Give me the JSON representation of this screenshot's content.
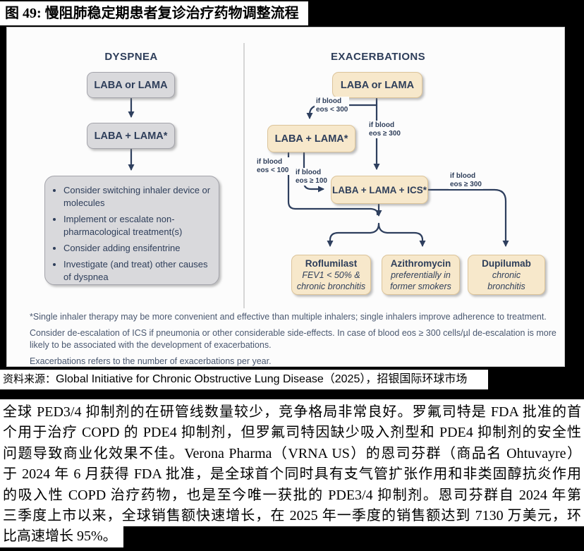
{
  "title": "图 49: 慢阻肺稳定期患者复诊治疗药物调整流程",
  "colors": {
    "accent_navy": "#2e3e5a",
    "arrow": "#2e3f5e",
    "gray_box": "#d9d9dc",
    "tan_box": "#f7e8cb",
    "page_background": "#000000"
  },
  "figure": {
    "dyspnea": {
      "header": "DYSPNEA",
      "box1": "LABA or LAMA",
      "box2": "LABA + LAMA*",
      "bullets": [
        "Consider switching inhaler device or molecules",
        "Implement or escalate non-pharmacological treatment(s)",
        "Consider adding ensifentrine",
        "Investigate (and treat) other causes of dyspnea"
      ]
    },
    "exacerbations": {
      "header": "EXACERBATIONS",
      "box_top": "LABA or LAMA",
      "box_mid": "LABA + LAMA*",
      "box_ics": "LABA + LAMA + ICS*"
    },
    "labels": {
      "eos_lt_300": {
        "l1": "if blood",
        "l2": "eos < 300"
      },
      "eos_ge_300_top": {
        "l1": "if blood",
        "l2": "eos ≥ 300"
      },
      "eos_lt_100": {
        "l1": "if blood",
        "l2": "eos < 100"
      },
      "eos_ge_100": {
        "l1": "if blood",
        "l2": "eos ≥ 100"
      },
      "eos_ge_300_right": {
        "l1": "if blood",
        "l2": "eos ≥ 300"
      }
    },
    "outcomes": [
      {
        "name": "Roflumilast",
        "detail1": "FEV1 < 50% &",
        "detail2": "chronic bronchitis"
      },
      {
        "name": "Azithromycin",
        "detail1": "preferentially in",
        "detail2": "former smokers"
      },
      {
        "name": "Dupilumab",
        "detail1": "chronic",
        "detail2": "bronchitis"
      }
    ],
    "footnote_lines": [
      "*Single inhaler therapy may be more convenient and effective than multiple inhalers; single inhalers improve adherence to treatment.",
      "Consider de-escalation of ICS if pneumonia or other considerable side-effects. In case of blood eos ≥ 300 cells/µl de-escalation is more",
      "likely to be associated with the development of exacerbations.",
      "Exacerbations refers to the number of exacerbations per year."
    ]
  },
  "source": {
    "prefix": "资料来源：",
    "text": "Global Initiative for Chronic Obstructive Lung Disease（2025），招银国际环球市场"
  },
  "paragraph_lines": [
    "全球 PED3/4 抑制剂的在研管线数量较少，竞争格局非常良好。罗氟司特是 FDA 批准的首",
    "个用于治疗 COPD 的 PDE4 抑制剂，但罗氟司特因缺少吸入剂型和 PDE4 抑制剂的安全性",
    "问题导致商业化效果不佳。Verona Pharma（VRNA US）的恩司芬群（商品名 Ohtuvayre）",
    "于 2024 年 6 月获得 FDA 批准，是全球首个同时具有支气管扩张作用和非类固醇抗炎作用",
    "的吸入性 COPD 治疗药物，也是至今唯一获批的 PDE3/4 抑制剂。恩司芬群自 2024 年第",
    "三季度上市以来，全球销售额快速增长，在 2025 年一季度的销售额达到 7130 万美元，环",
    "比高速增长 95%。"
  ]
}
